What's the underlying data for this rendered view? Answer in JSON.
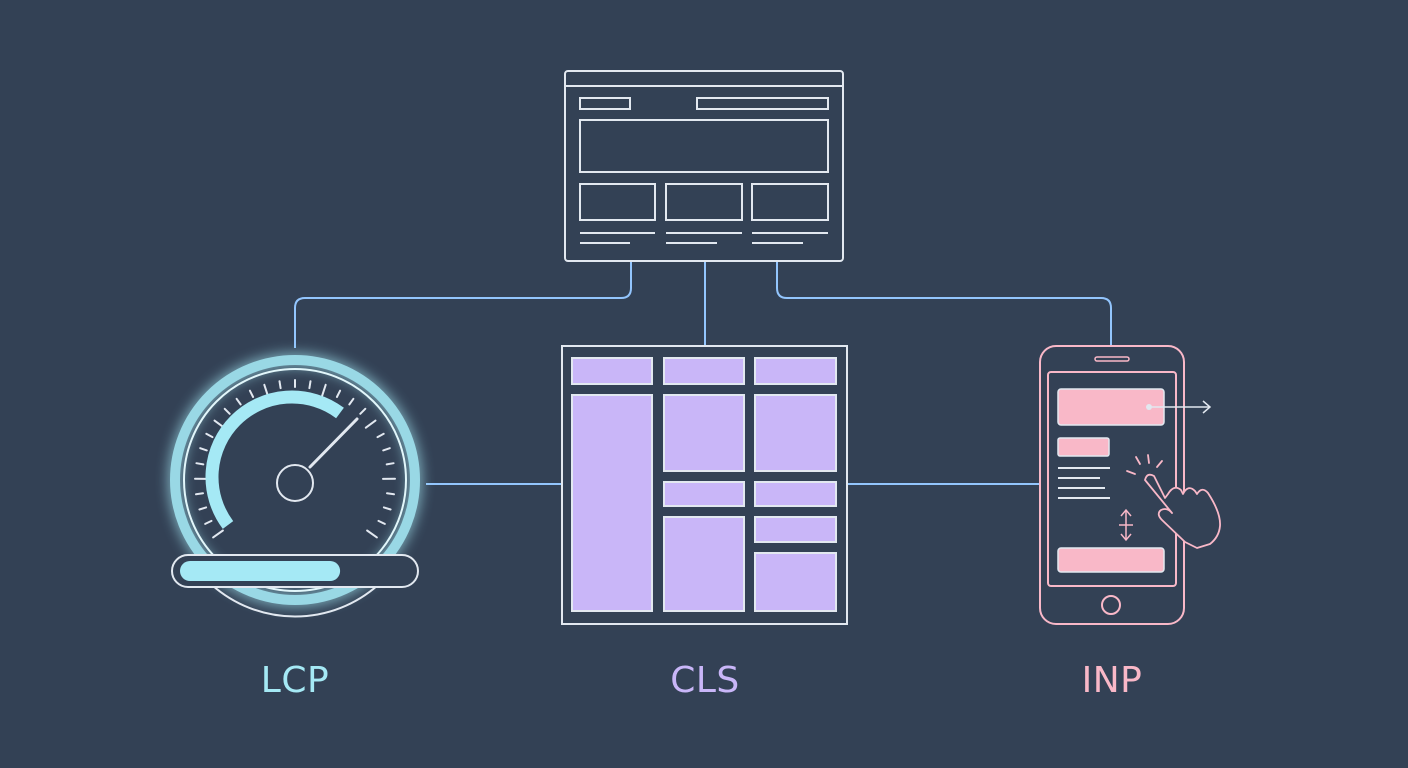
{
  "labels": {
    "lcp": "LCP",
    "cls": "CLS",
    "inp": "INP"
  },
  "colors": {
    "background": "#334155",
    "outline": "#e2e8f0",
    "connector": "#93c5fd",
    "lcp": "#a5e9f5",
    "cls": "#c9b6f8",
    "inp": "#f9b8c8"
  },
  "gauge": {
    "progress": 0.69
  },
  "icons": [
    "webpage-wireframe-icon",
    "speedometer-icon",
    "layout-grid-icon",
    "smartphone-icon",
    "tap-hand-icon"
  ]
}
